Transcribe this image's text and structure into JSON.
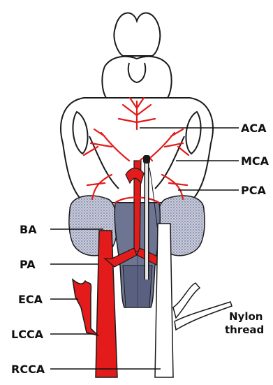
{
  "labels": {
    "aca": "ACA",
    "mca": "MCA",
    "pca": "PCA",
    "ba": "BA",
    "pa": "PA",
    "eca": "ECA",
    "lcca": "LCCA",
    "rcca": "RCCA",
    "nylon_line1": "Nylon",
    "nylon_line2": "thread"
  },
  "colors": {
    "artery": "#e31b1b",
    "outline": "#1a1a1a",
    "brainstem": "#6e7593",
    "lobe": "#b8bcd0",
    "thread": "#f2f2f2"
  }
}
